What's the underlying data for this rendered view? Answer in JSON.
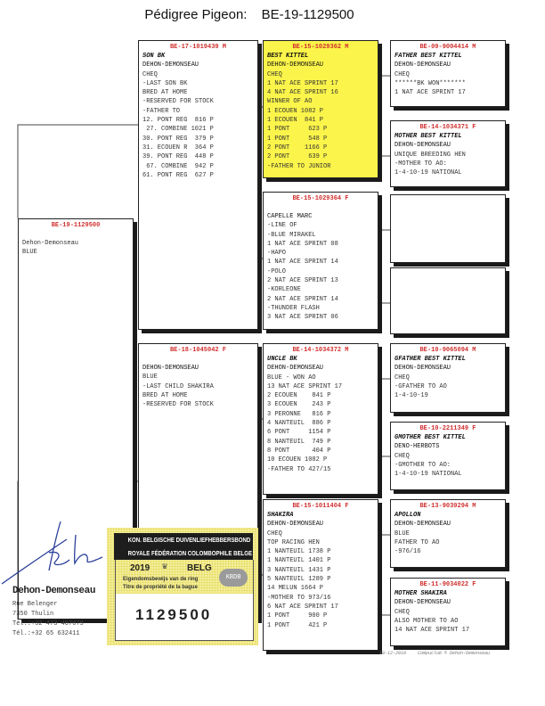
{
  "title": {
    "label": "Pédigree Pigeon:",
    "ring": "BE-19-1129500"
  },
  "colors": {
    "header_red": "#d0302f",
    "highlight_yellow": "#fbf44a",
    "signature_blue": "#2a3f9a"
  },
  "pedigree": {
    "root": {
      "header": "BE-19-1129500",
      "lines": [
        "",
        "Dehon-Demonseau",
        "BLUE"
      ]
    },
    "sire": {
      "header": "BE-17-1019439 M",
      "lines": [
        "SON BK",
        "DEHON-DEMONSEAU",
        "CHEQ",
        "-LAST SON BK",
        "BRED AT HOME",
        "-RESERVED FOR STOCK",
        "-FATHER TO",
        "12. PONT REG  816 P",
        " 27. COMBINE 1021 P",
        "30. PONT REG  379 P",
        "31. ECOUEN R  364 P",
        "39. PONT REG  448 P",
        " 67. COMBINE  942 P",
        "61. PONT REG  627 P"
      ]
    },
    "dam": {
      "header": "BE-18-1045042 F",
      "lines": [
        "",
        "DEHON-DEMONSEAU",
        "BLUE",
        "-LAST CHILD SHAKIRA",
        "BRED AT HOME",
        "-RESERVED FOR STOCK"
      ]
    },
    "ss": {
      "header": "BE-15-1029362 M",
      "lines": [
        "BEST KITTEL",
        "DEHON-DEMONSEAU",
        "CHEQ",
        "1 NAT ACE SPRINT 17",
        "4 NAT ACE SPRINT 16",
        "WINNER OF AO",
        "1 ECOUEN 1082 P",
        "1 ECOUEN  841 P",
        "1 PONT     623 P",
        "1 PONT     548 P",
        "2 PONT    1166 P",
        "2 PONT     639 P",
        "-FATHER TO JUNIOR"
      ]
    },
    "sd": {
      "header": "BE-15-1029364 F",
      "lines": [
        "",
        "CAPELLE MARC",
        "-LINE OF",
        "-BLUE MIRAKEL",
        "1 NAT ACE SPRINT 08",
        "-HAPO",
        "1 NAT ACE SPRINT 14",
        "-POLO",
        "2 NAT ACE SPRINT 13",
        "-KORLEONE",
        "2 NAT ACE SPRINT 14",
        "-THUNDER FLASH",
        "3 NAT ACE SPRINT 06"
      ]
    },
    "ds": {
      "header": "BE-14-1034372 M",
      "lines": [
        "UNCLE BK",
        "DEHON-DEMONSEAU",
        "BLUE - WON AO",
        "13 NAT ACE SPRINT 17",
        "2 ECOUEN    841 P",
        "3 ECOUEN    243 P",
        "3 PERONNE   816 P",
        "4 NANTEUIL  886 P",
        "6 PONT     1154 P",
        "8 NANTEUIL  749 P",
        "8 PONT      404 P",
        "10 ECOUEN 1082 P",
        "-FATHER TO 427/15"
      ]
    },
    "dd": {
      "header": "BE-15-1011404 F",
      "lines": [
        "SHAKIRA",
        "DEHON-DEMONSEAU",
        "CHEQ",
        "TOP RACING HEN",
        "1 NANTEUIL 1738 P",
        "1 NANTEUIL 1401 P",
        "3 NANTEUIL 1431 P",
        "5 NANTEUIL 1289 P",
        "14 MELUN 1664 P",
        "-MOTHER TO 973/16",
        "6 NAT ACE SPRINT 17",
        "1 PONT     900 P",
        "1 PONT     421 P"
      ]
    },
    "sss": {
      "header": "BE-09-9004414 M",
      "lines": [
        "FATHER BEST KITTEL",
        "DEHON-DEMONSEAU",
        "CHEQ",
        "******BK WON*******",
        "1 NAT ACE SPRINT 17"
      ]
    },
    "ssd": {
      "header": "BE-14-1034371 F",
      "lines": [
        "MOTHER BEST KITTEL",
        "DEHON-DEMONSEAU",
        "UNIQUE BREEDING HEN",
        "-MOTHER TO AO:",
        "1-4-10-19 NATIONAL"
      ]
    },
    "dss": {
      "header": "BE-10-9065094 M",
      "lines": [
        "GFATHER BEST KITTEL",
        "DEHON-DEMONSEAU",
        "CHEQ",
        "-GFATHER TO AO",
        "1-4-10-19"
      ]
    },
    "dsd": {
      "header": "BE-10-2211349 F",
      "lines": [
        "GMOTHER BEST KITTEL",
        "DENO-HERBOTS",
        "CHEQ",
        "-GMOTHER TO AO:",
        "1-4-10-19 NATIONAL"
      ]
    },
    "dds": {
      "header": "BE-13-9039294 M",
      "lines": [
        "APOLLON",
        "DEHON-DEMONSEAU",
        "BLUE",
        "FATHER TO AO",
        "-976/16"
      ]
    },
    "ddd": {
      "header": "BE-11-9034022 F",
      "lines": [
        "MOTHER SHAKIRA",
        "DEHON-DEMONSEAU",
        "CHEQ",
        "ALSO MOTHER TO AO",
        "14 NAT ACE SPRINT 17"
      ]
    }
  },
  "breeder": {
    "name": "Dehon-Demonseau",
    "street": "Rue Belenger",
    "city": "7350  Thulin",
    "phone1": "Tél.:+32 473 407079",
    "phone2": "Tél.:+32 65 632411"
  },
  "stamp": {
    "line1": "KON. BELGISCHE DUIVENLIEFHEBBERSBOND",
    "line2": "ROYALE FÉDÉRATION COLOMBOPHILE BELGE",
    "year": "2019",
    "country": "BELG",
    "nl": "Eigendomsbewijs van de ring",
    "fr": "Titre de propriété de la bague",
    "logo": "KBDB",
    "ring": "1129500"
  },
  "footer": {
    "date": "19-12-2019",
    "credit": "Compuclub © Dehon-Demonseau"
  }
}
